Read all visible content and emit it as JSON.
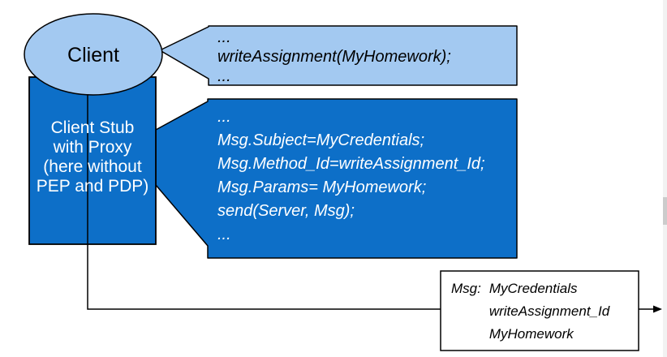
{
  "colors": {
    "light_blue": "#a3c9f1",
    "dark_blue": "#0d6fc8",
    "outline": "#000000"
  },
  "client": {
    "label": "Client"
  },
  "client_stub": {
    "label": "Client Stub\nwith Proxy\n(here without\nPEP and PDP)"
  },
  "app_code_callout": {
    "lines": [
      "...",
      "writeAssignment(MyHomework);",
      "..."
    ]
  },
  "stub_code_callout": {
    "lines": [
      "...",
      "Msg.Subject=MyCredentials;",
      "Msg.Method_Id=writeAssignment_Id;",
      "Msg.Params= MyHomework;",
      "send(Server, Msg);",
      "..."
    ]
  },
  "message_box": {
    "label": "Msg:",
    "values": "MyCredentials\nwriteAssignment_Id\nMyHomework"
  }
}
